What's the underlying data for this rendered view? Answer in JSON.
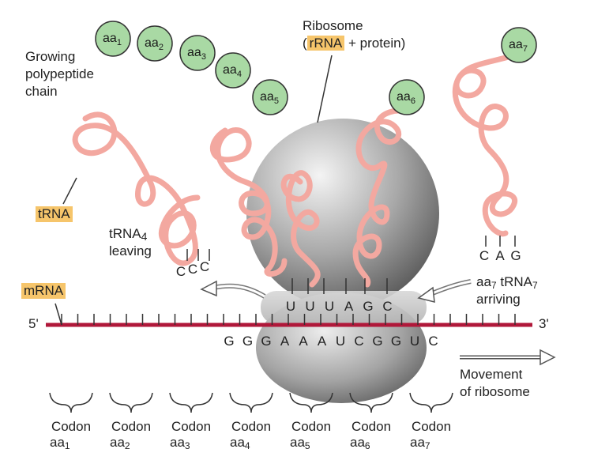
{
  "labels": {
    "ribosome_line1": "Ribosome",
    "ribosome_rrna": "rRNA",
    "ribosome_rest": "+ protein)",
    "ribosome_open": "(",
    "growing_line1": "Growing",
    "growing_line2": "polypeptide",
    "growing_line3": "chain",
    "trna": "tRNA",
    "mrna": "mRNA",
    "trna4_leaving_line1": "tRNA",
    "trna4_leaving_sub": "4",
    "trna4_leaving_line2": "leaving",
    "aa7_arriving_aa": "aa",
    "aa7_arriving_aa_sub": "7",
    "aa7_arriving_trna": "tRNA",
    "aa7_arriving_trna_sub": "7",
    "aa7_arriving_line2": "arriving",
    "five_prime": "5'",
    "three_prime": "3'",
    "movement_line1": "Movement",
    "movement_line2": "of ribosome"
  },
  "amino_acids": [
    {
      "name": "aa",
      "sub": "1"
    },
    {
      "name": "aa",
      "sub": "2"
    },
    {
      "name": "aa",
      "sub": "3"
    },
    {
      "name": "aa",
      "sub": "4"
    },
    {
      "name": "aa",
      "sub": "5"
    },
    {
      "name": "aa",
      "sub": "6"
    },
    {
      "name": "aa",
      "sub": "7"
    }
  ],
  "mrna_sequence": [
    "G",
    "G",
    "G",
    "A",
    "A",
    "A",
    "U",
    "C",
    "G",
    "G",
    "U",
    "C"
  ],
  "anticodon_in_ribosome": [
    "U",
    "U",
    "U",
    "A",
    "G",
    "C"
  ],
  "anticodon_leaving": [
    "C",
    "C",
    "C"
  ],
  "anticodon_arriving": [
    "C",
    "A",
    "G"
  ],
  "codons": [
    {
      "label": "Codon",
      "aa": "aa",
      "sub": "1"
    },
    {
      "label": "Codon",
      "aa": "aa",
      "sub": "2"
    },
    {
      "label": "Codon",
      "aa": "aa",
      "sub": "3"
    },
    {
      "label": "Codon",
      "aa": "aa",
      "sub": "4"
    },
    {
      "label": "Codon",
      "aa": "aa",
      "sub": "5"
    },
    {
      "label": "Codon",
      "aa": "aa",
      "sub": "6"
    },
    {
      "label": "Codon",
      "aa": "aa",
      "sub": "7"
    }
  ],
  "colors": {
    "mrna": "#b0183a",
    "trna": "#f3a8a0",
    "amino_acid": "#a9d9a4",
    "highlight": "#f6c56b",
    "ribosome": "#9a9a9a"
  }
}
